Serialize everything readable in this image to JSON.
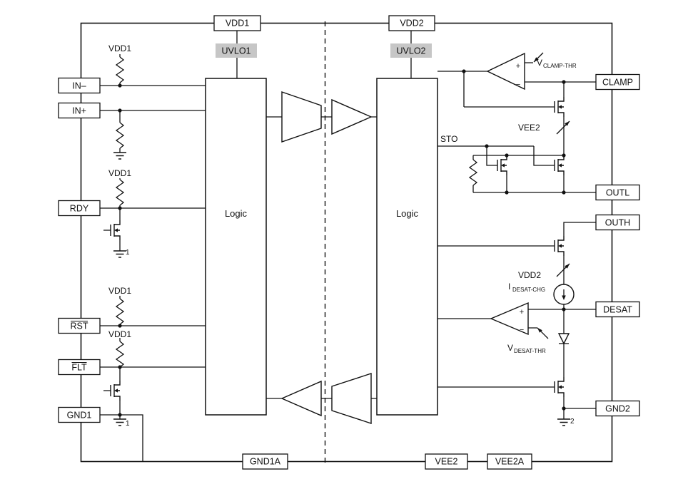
{
  "pins": {
    "top": [
      {
        "label": "VDD1"
      },
      {
        "label": "VDD2"
      }
    ],
    "left": [
      {
        "label": "IN–"
      },
      {
        "label": "IN+"
      },
      {
        "label": "RDY"
      },
      {
        "label": "RST"
      },
      {
        "label": "FLT"
      },
      {
        "label": "GND1"
      }
    ],
    "right": [
      {
        "label": "CLAMP"
      },
      {
        "label": "OUTL"
      },
      {
        "label": "OUTH"
      },
      {
        "label": "DESAT"
      },
      {
        "label": "GND2"
      }
    ],
    "bottom": [
      {
        "label": "GND1A"
      },
      {
        "label": "VEE2"
      },
      {
        "label": "VEE2A"
      }
    ]
  },
  "blocks": {
    "uvlo1": "UVLO1",
    "uvlo2": "UVLO2",
    "logic_input": "Logic",
    "logic_output": "Logic"
  },
  "net_labels": {
    "vdd1": "VDD1",
    "vdd2": "VDD2",
    "vee2": "VEE2",
    "sto": "STO"
  },
  "signal_labels": {
    "v_clamp_thr": {
      "base": "V",
      "sub": "CLAMP-THR"
    },
    "i_desat_chg": {
      "base": "I",
      "sub": "DESAT-CHG"
    },
    "v_desat_thr": {
      "base": "V",
      "sub": "DESAT-THR"
    }
  },
  "annotations": {
    "gnd1_ref": "1",
    "gnd2_ref": "2",
    "plus": "+",
    "minus": "−"
  },
  "colors": {
    "uvlo_fill": "#c6c6c6"
  }
}
